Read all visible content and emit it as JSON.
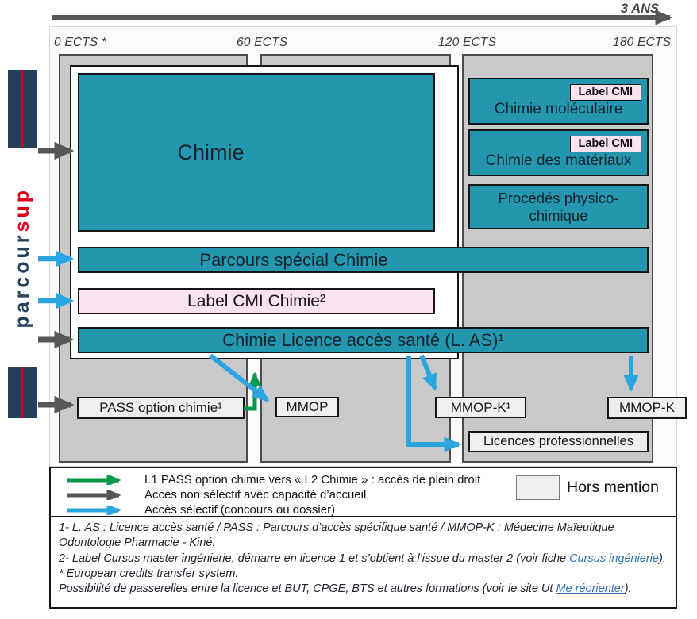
{
  "timeline": {
    "duration_label": "3 ANS",
    "ects_labels": [
      "0 ECTS *",
      "60 ECTS",
      "120 ECTS",
      "180 ECTS"
    ]
  },
  "logo": {
    "text_main": "parcour",
    "text_accent": "sup"
  },
  "diagram": {
    "chimie_box": "Chimie",
    "bars": {
      "parcours_special": "Parcours spécial Chimie",
      "label_cmi": "Label CMI Chimie²",
      "las": "Chimie Licence accès santé (L. AS)¹"
    },
    "l3_boxes": [
      {
        "badge": "Label CMI",
        "title": "Chimie moléculaire"
      },
      {
        "badge": "Label CMI",
        "title": "Chimie des matériaux"
      },
      {
        "title": "Procédés physico-chimique"
      }
    ],
    "small_boxes": {
      "pass": "PASS option chimie¹",
      "mmop": "MMOP",
      "mmop_k1": "MMOP-K¹",
      "mmop_k": "MMOP-K",
      "licences_pro": "Licences professionnelles"
    }
  },
  "legend": {
    "items": [
      {
        "icon": "green-arrow",
        "label": "L1 PASS option chimie vers « L2 Chimie » : accès de plein droit"
      },
      {
        "icon": "gray-arrow",
        "label": "Accès non sélectif avec capacité d’accueil"
      },
      {
        "icon": "blue-arrow",
        "label": "Accès sélectif (concours ou dossier)"
      }
    ],
    "hors_mention": "Hors mention"
  },
  "footnotes": {
    "line1": "1- L. AS : Licence accès santé / PASS : Parcours d’accès spécifique santé / MMOP-K : Médecine Maïeutique Odontologie Pharmacie - Kiné.",
    "line2_pre": "2- Label Cursus master ingénierie, démarre en licence 1 et s’obtient à l’issue du master 2 (voir fiche ",
    "line2_link": "Cursus ingénierie",
    "line2_post": ").",
    "line3": "* European credits transfer system.",
    "line4_pre": "Possibilité de passerelles entre la licence et BUT, CPGE, BTS et autres formations (voir le site Ut ",
    "line4_link": "Me réorienter",
    "line4_post": ")."
  },
  "colors": {
    "teal": "#2496AD",
    "pink": "#FAE2EF",
    "navy": "#25415C",
    "red": "#E2001A",
    "green_arrow": "#069A49",
    "blue_arrow": "#2BA5E0",
    "gray_arrow": "#575757",
    "column_gray": "#C9C9C9",
    "hors_mention_gray": "#EFEFEF",
    "link_blue": "#2E74B5"
  }
}
